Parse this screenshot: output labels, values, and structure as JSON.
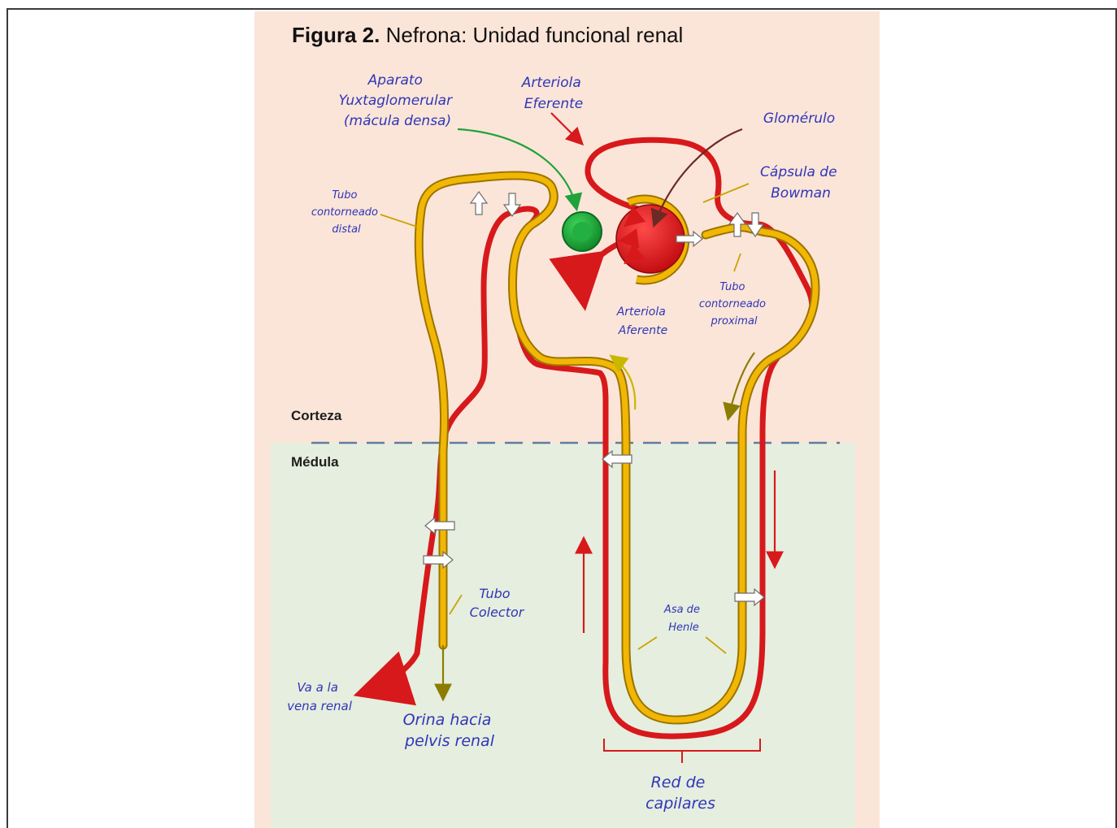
{
  "figure": {
    "title_bold": "Figura 2.",
    "title_rest": " Nefrona: Unidad funcional renal"
  },
  "zones": {
    "cortex": "Corteza",
    "medulla": "Médula"
  },
  "labels": {
    "aparato_1": "Aparato",
    "aparato_2": "Yuxtaglomerular",
    "aparato_3": "(mácula densa)",
    "eferente_1": "Arteriola",
    "eferente_2": "Eferente",
    "glomerulo": "Glomérulo",
    "capsula_1": "Cápsula de",
    "capsula_2": "Bowman",
    "distal_1": "Tubo",
    "distal_2": "contorneado",
    "distal_3": "distal",
    "aferente_1": "Arteriola",
    "aferente_2": "Aferente",
    "proximal_1": "Tubo",
    "proximal_2": "contorneado",
    "proximal_3": "proximal",
    "colector_1": "Tubo",
    "colector_2": "Colector",
    "henle_1": "Asa de",
    "henle_2": "Henle",
    "vena_1": "Va a la",
    "vena_2": "vena renal",
    "orina_1": "Orina hacia",
    "orina_2": "pelvis renal",
    "red_1": "Red de",
    "red_2": "capilares"
  },
  "colors": {
    "capillary": "#d7191c",
    "tubule": "#f2b705",
    "glomerulus": "#e3141b",
    "macula": "#1fa33a",
    "label_text": "#2f36b8",
    "divider": "#5f7d9c"
  }
}
